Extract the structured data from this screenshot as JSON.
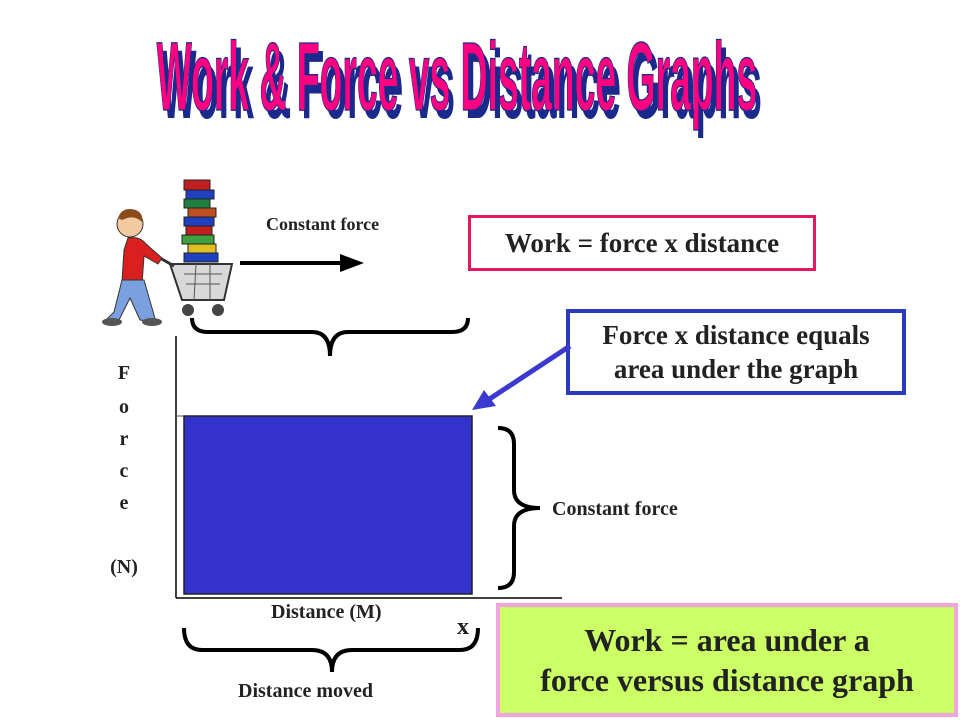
{
  "title": "Work & Force vs Distance Graphs",
  "labels": {
    "constant_force_top": "Constant force",
    "constant_force_right": "Constant force",
    "distance_axis": "Distance (M)",
    "x_marker": "x",
    "distance_moved": "Distance moved",
    "force_letters": [
      "F",
      "o",
      "r",
      "c",
      "e"
    ],
    "force_unit": "(N)"
  },
  "boxes": {
    "work_formula": "Work = force x distance",
    "area_line1": "Force x distance equals",
    "area_line2": "area under the graph",
    "summary_line1": "Work = area under a",
    "summary_line2": "force versus distance graph"
  },
  "colors": {
    "title_fill": "#ff0080",
    "title_shadow": "#1a2a8c",
    "area_fill": "#3333cc",
    "pink_border": "#e5185f",
    "blue_border": "#2b3bbf",
    "green_fill": "#ccff66",
    "green_border": "#f4a4dc"
  }
}
